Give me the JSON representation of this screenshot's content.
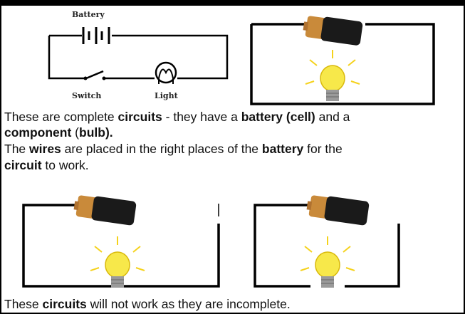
{
  "schematic": {
    "battery_label": "Battery",
    "switch_label": "Switch",
    "light_label": "Light"
  },
  "text_block_1": {
    "line1": {
      "pre": "These are complete ",
      "b1": "circuits",
      "mid": " - they have a ",
      "b2": "battery (cell)",
      "post": " and a"
    },
    "line2": {
      "b1": "component",
      "mid": " (",
      "b2": "bulb)."
    },
    "line3": {
      "pre": "The ",
      "b1": "wires",
      "mid": " are placed in the right places of the ",
      "b2": "battery",
      "post": " for the"
    },
    "line4": {
      "b1": "circuit",
      "post": " to work."
    }
  },
  "text_block_2": {
    "pre": "These ",
    "b1": "circuits",
    "post": " will not work as they are incomplete."
  },
  "colors": {
    "border": "#000000",
    "wire": "#000000",
    "battery_body": "#1a1a1a",
    "battery_cap": "#c98a3a",
    "bulb_glass": "#f7e84a",
    "bulb_glow": "#f5d21c",
    "bulb_base": "#9a9a9a"
  }
}
